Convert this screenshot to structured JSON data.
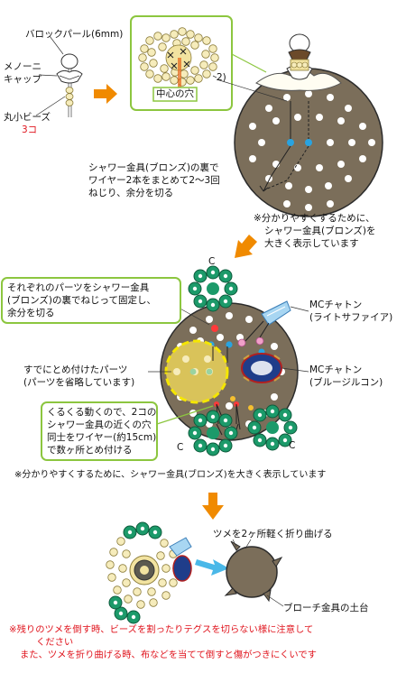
{
  "step1": {
    "baroque_pearl_label": "バロックパール(6mm)",
    "menorca_cap_label_1": "メノーニ",
    "menorca_cap_label_2": "キャップ",
    "round_beads_label": "丸小ビーズ",
    "round_beads_qty": "3コ",
    "callout_number": "2)",
    "center_hole_label": "中心の穴",
    "shower_note_1": "シャワー金具(ブロンズ)の裏で",
    "shower_note_2": "ワイヤー2本をまとめて2〜3回",
    "shower_note_3": "ねじり、余分を切る",
    "enlarged_note_1": "※分かりやすくするために、",
    "enlarged_note_2": "シャワー金具(ブロンズ)を",
    "enlarged_note_3": "大きく表示しています"
  },
  "step2": {
    "twist_note_1": "それぞれのパーツをシャワー金具",
    "twist_note_2": "(ブロンズ)の裏でねじって固定し、",
    "twist_note_3": "余分を切る",
    "label_c": "C",
    "mc_chaton_1": "MCチャトン",
    "mc_chaton_1_color": "(ライトサファイア)",
    "mc_chaton_2": "MCチャトン",
    "mc_chaton_2_color": "(ブルージルコン)",
    "attached_parts_1": "すでにとめ付けたパーツ",
    "attached_parts_2": "(パーツを省略しています)",
    "wobble_note_1": "くるくる動くので、2コの",
    "wobble_note_2": "シャワー金具の近くの穴",
    "wobble_note_3": "同士をワイヤー(約15cm)",
    "wobble_note_4": "で数ヶ所とめ付ける",
    "enlarged_note": "※分かりやすくするために、シャワー金具(ブロンズ)を大きく表示しています"
  },
  "step3": {
    "claw_note": "ツメを2ヶ所軽く折り曲げる",
    "brooch_base": "ブローチ金具の土台"
  },
  "footer": {
    "warning_1": "※残りのツメを倒す時、ビーズを割ったりテグスを切らない様に注意して",
    "warning_2": "ください",
    "warning_3": "また、ツメを折り曲げる時、布などを当てて倒すと傷がつきにくいです"
  },
  "colors": {
    "arrow": "#f08a00",
    "bronze": "#7b6e5a",
    "pearl_bead": "#f4e9b0",
    "green_part": "#1c9a6a",
    "box_border": "#8cc63f",
    "red_text": "#e0151e"
  }
}
